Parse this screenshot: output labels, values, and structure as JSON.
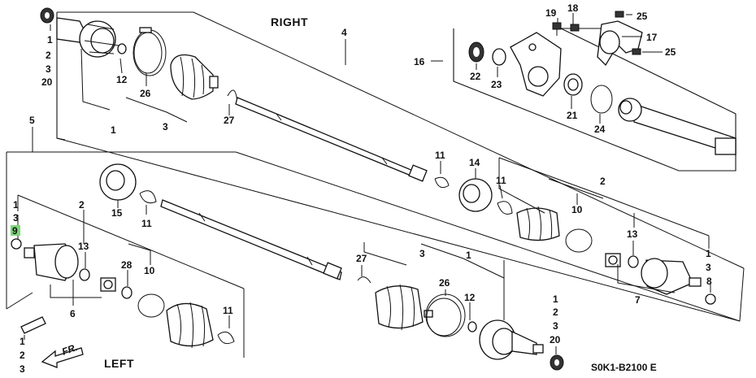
{
  "titles": {
    "right": "RIGHT",
    "left": "LEFT",
    "front_arrow": "FR.",
    "code": "S0K1-B2100 E"
  },
  "labels": {
    "l_tl_1": "1",
    "l_tl_2": "2",
    "l_tl_3": "3",
    "l_tl_20": "20",
    "l_12a": "12",
    "l_26a": "26",
    "l_1a": "1",
    "l_3a": "3",
    "l_27a": "27",
    "l_4": "4",
    "l_5": "5",
    "l_19": "19",
    "l_18": "18",
    "l_25a": "25",
    "l_17": "17",
    "l_25b": "25",
    "l_16": "16",
    "l_22": "22",
    "l_23": "23",
    "l_21": "21",
    "l_24": "24",
    "l_11a": "11",
    "l_14": "14",
    "l_11b": "11",
    "l_2a": "2",
    "l_10a": "10",
    "l_13a": "13",
    "l_r_1": "1",
    "l_r_3": "3",
    "l_8": "8",
    "l_7": "7",
    "l_15": "15",
    "l_11c": "11",
    "l_lft_1": "1",
    "l_lft_3": "3",
    "l_lft_9": "9",
    "l_2b": "2",
    "l_13b": "13",
    "l_28": "28",
    "l_10b": "10",
    "l_6": "6",
    "l_11d": "11",
    "l_bl_1": "1",
    "l_bl_2": "2",
    "l_bl_3": "3",
    "l_27b": "27",
    "l_3b": "3",
    "l_1b": "1",
    "l_26b": "26",
    "l_12b": "12",
    "l_br_1": "1",
    "l_br_2": "2",
    "l_br_3": "3",
    "l_br_20": "20"
  },
  "highlight_color": "#7cd67a"
}
